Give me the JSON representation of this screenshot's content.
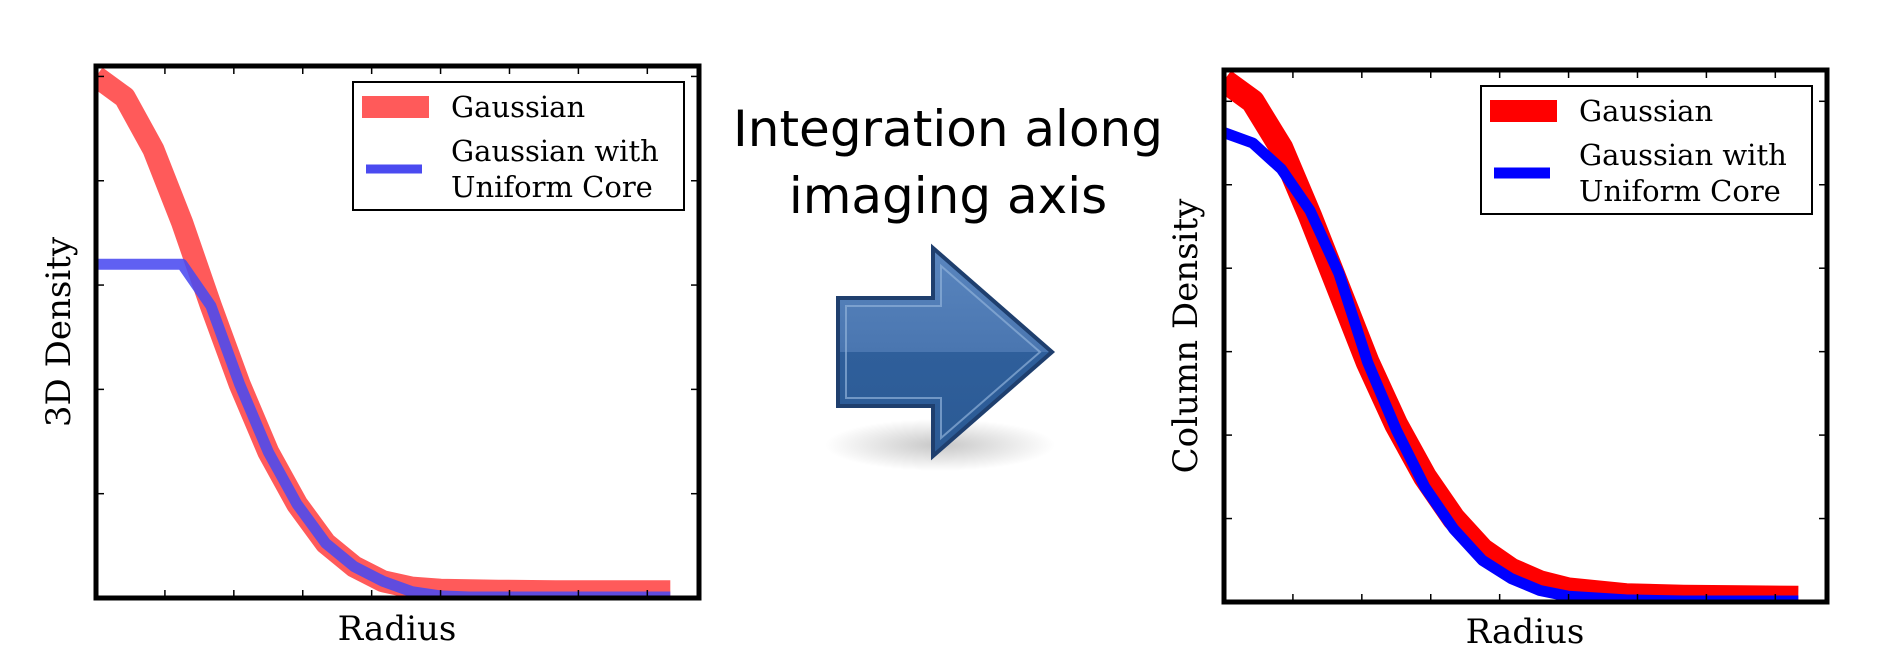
{
  "center": {
    "line1": "Integration along",
    "line2": "imaging axis",
    "icon": "right-arrow-icon"
  },
  "colors": {
    "left_gaussian": "#ff5a5a",
    "left_core": "#4a4af0",
    "right_gaussian": "#ff0000",
    "right_core": "#0000ff",
    "arrow_top": "#4f7ab3",
    "arrow_bottom": "#2e5d98",
    "arrow_stroke": "#1f3f6e"
  },
  "chart_data": [
    {
      "type": "line",
      "xlabel": "Radius",
      "ylabel": "3D Density",
      "legend": "top-right",
      "legend_entries": [
        "Gaussian",
        "Gaussian with",
        "Uniform Core"
      ],
      "xlim": [
        0,
        1.05
      ],
      "ylim": [
        0,
        1.02
      ],
      "x_ticks": [
        0.0,
        0.12,
        0.24,
        0.36,
        0.48,
        0.6,
        0.72,
        0.84,
        0.96
      ],
      "y_ticks": [
        0.0,
        0.2,
        0.4,
        0.6,
        0.8,
        1.0
      ],
      "series": [
        {
          "name": "Gaussian",
          "x": [
            0.0,
            0.05,
            0.1,
            0.15,
            0.2,
            0.25,
            0.3,
            0.35,
            0.4,
            0.45,
            0.5,
            0.55,
            0.6,
            0.65,
            0.7,
            0.8,
            0.9,
            1.0
          ],
          "y": [
            1.0,
            0.96,
            0.86,
            0.72,
            0.56,
            0.41,
            0.28,
            0.18,
            0.105,
            0.06,
            0.032,
            0.02,
            0.016,
            0.015,
            0.014,
            0.013,
            0.013,
            0.013
          ]
        },
        {
          "name": "Gaussian with Uniform Core",
          "x": [
            0.0,
            0.05,
            0.1,
            0.15,
            0.2,
            0.25,
            0.3,
            0.35,
            0.4,
            0.45,
            0.5,
            0.55,
            0.6,
            0.65,
            0.7,
            0.8,
            0.9,
            1.0
          ],
          "y": [
            0.64,
            0.64,
            0.64,
            0.64,
            0.56,
            0.41,
            0.28,
            0.18,
            0.105,
            0.06,
            0.032,
            0.012,
            0.004,
            0.002,
            0.002,
            0.002,
            0.002,
            0.002
          ]
        }
      ]
    },
    {
      "type": "line",
      "xlabel": "Radius",
      "ylabel": "Column Density",
      "legend": "top-right",
      "legend_entries": [
        "Gaussian",
        "Gaussian with",
        "Uniform Core"
      ],
      "xlim": [
        0,
        1.05
      ],
      "ylim": [
        0,
        1.02
      ],
      "x_ticks": [
        0.0,
        0.12,
        0.24,
        0.36,
        0.48,
        0.6,
        0.72,
        0.84,
        0.96
      ],
      "y_ticks": [
        0.0,
        0.16,
        0.32,
        0.48,
        0.64,
        0.8,
        0.96
      ],
      "series": [
        {
          "name": "Gaussian",
          "x": [
            0.0,
            0.05,
            0.1,
            0.15,
            0.2,
            0.25,
            0.3,
            0.35,
            0.4,
            0.45,
            0.5,
            0.55,
            0.6,
            0.7,
            0.8,
            0.9,
            1.0
          ],
          "y": [
            1.0,
            0.96,
            0.87,
            0.74,
            0.6,
            0.46,
            0.34,
            0.24,
            0.16,
            0.1,
            0.062,
            0.038,
            0.024,
            0.013,
            0.01,
            0.009,
            0.008
          ]
        },
        {
          "name": "Gaussian with Uniform Core",
          "x": [
            0.0,
            0.05,
            0.1,
            0.15,
            0.2,
            0.25,
            0.3,
            0.35,
            0.4,
            0.45,
            0.5,
            0.55,
            0.6,
            0.7,
            0.8,
            0.9,
            1.0
          ],
          "y": [
            0.9,
            0.88,
            0.83,
            0.75,
            0.63,
            0.46,
            0.33,
            0.22,
            0.14,
            0.08,
            0.045,
            0.022,
            0.011,
            0.004,
            0.002,
            0.002,
            0.002
          ]
        }
      ]
    }
  ]
}
